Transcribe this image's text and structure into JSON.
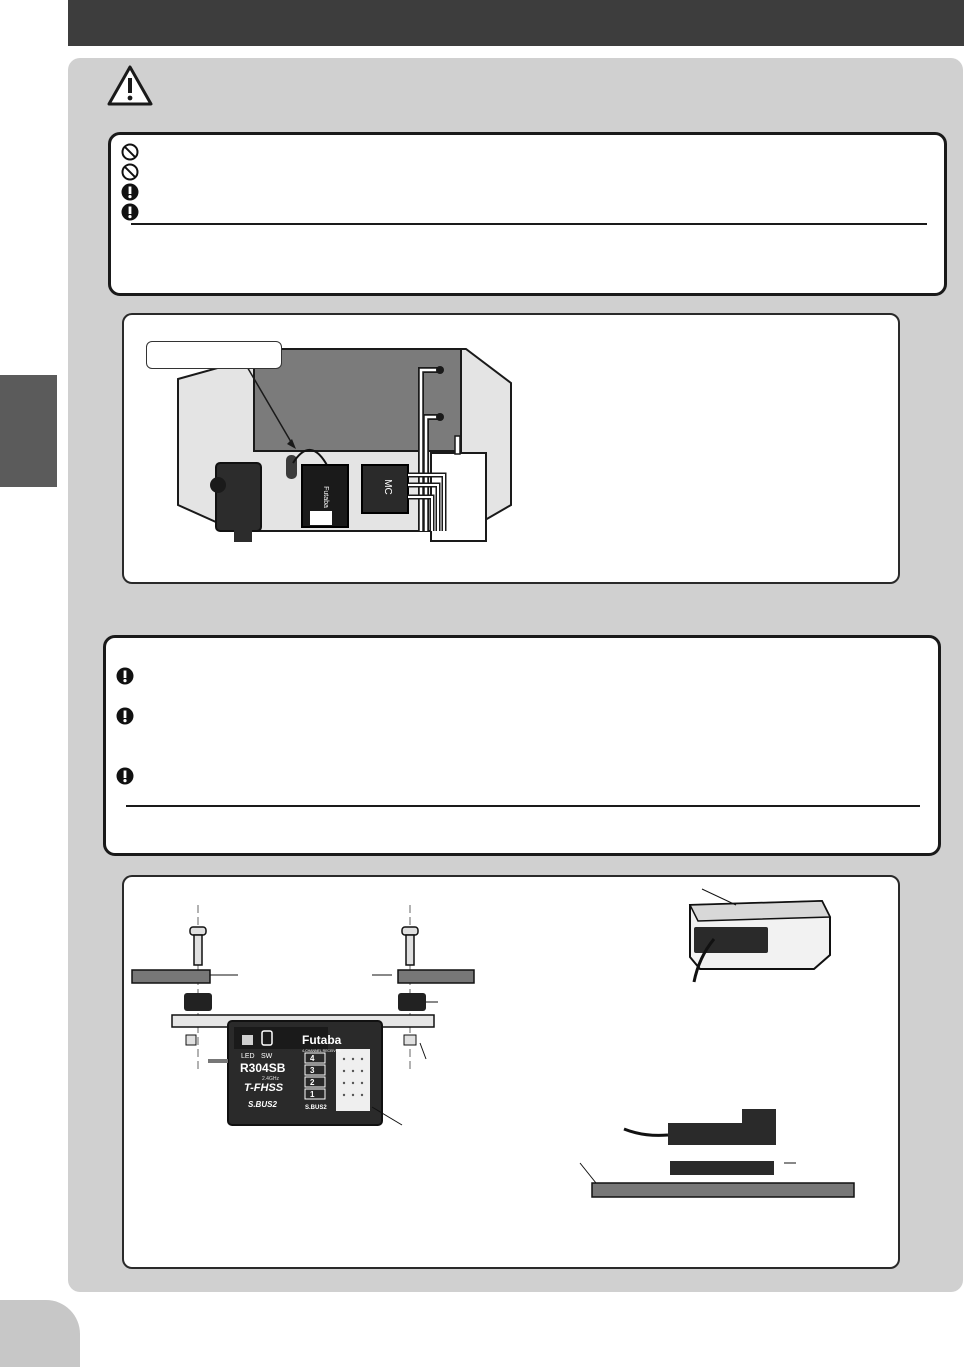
{
  "header": {
    "title": ""
  },
  "side_tab": {
    "label": ""
  },
  "page_number": "",
  "receiver": {
    "brand": "Futaba",
    "model": "R304SB",
    "subtitle": "4-CHANNEL RECEIVER",
    "led_label": "LED",
    "sw_label": "SW",
    "protocol_band": "2.4GHz",
    "protocol": "T-FHSS",
    "sbus_logo": "S.BUS2",
    "sbus_port": "S.BUS2",
    "channels": [
      "4",
      "3",
      "2",
      "1"
    ]
  },
  "install_photo": {
    "rx_brand": "Futaba",
    "esc_mark": "MC"
  },
  "icons": {
    "box1": [
      "prohibit-icon",
      "prohibit-icon",
      "mandatory-icon",
      "mandatory-icon"
    ],
    "box2": [
      "mandatory-icon",
      "mandatory-icon",
      "mandatory-icon"
    ]
  }
}
